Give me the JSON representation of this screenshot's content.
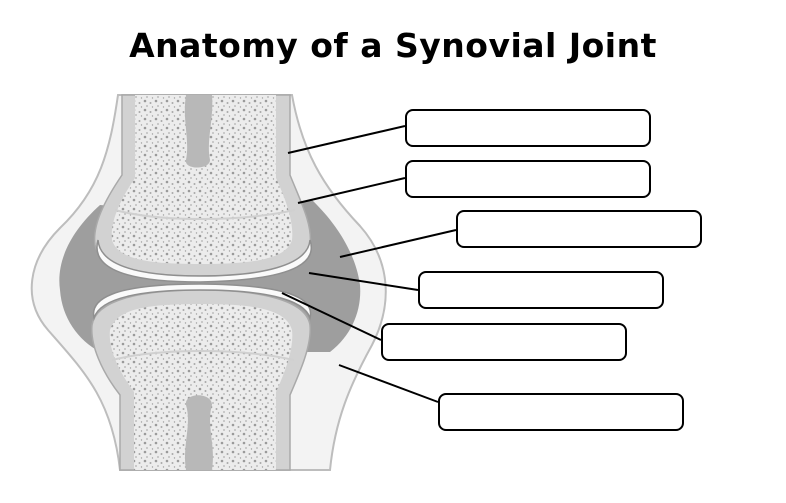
{
  "title": "Anatomy of a Synovial Joint",
  "colors": {
    "capsule_outer": "#f2f2f2",
    "capsule_stroke": "#bdbdbd",
    "synovial_cavity": "#9e9e9e",
    "bone_shell": "#d4d4d4",
    "cartilage": "#fafafa",
    "spongy_bone": "#ebebeb",
    "marrow": "#b8b8b8",
    "leader_line": "#000000"
  },
  "labels": [
    {
      "id": "label-1",
      "text": ""
    },
    {
      "id": "label-2",
      "text": ""
    },
    {
      "id": "label-3",
      "text": ""
    },
    {
      "id": "label-4",
      "text": ""
    },
    {
      "id": "label-5",
      "text": ""
    },
    {
      "id": "label-6",
      "text": ""
    }
  ]
}
